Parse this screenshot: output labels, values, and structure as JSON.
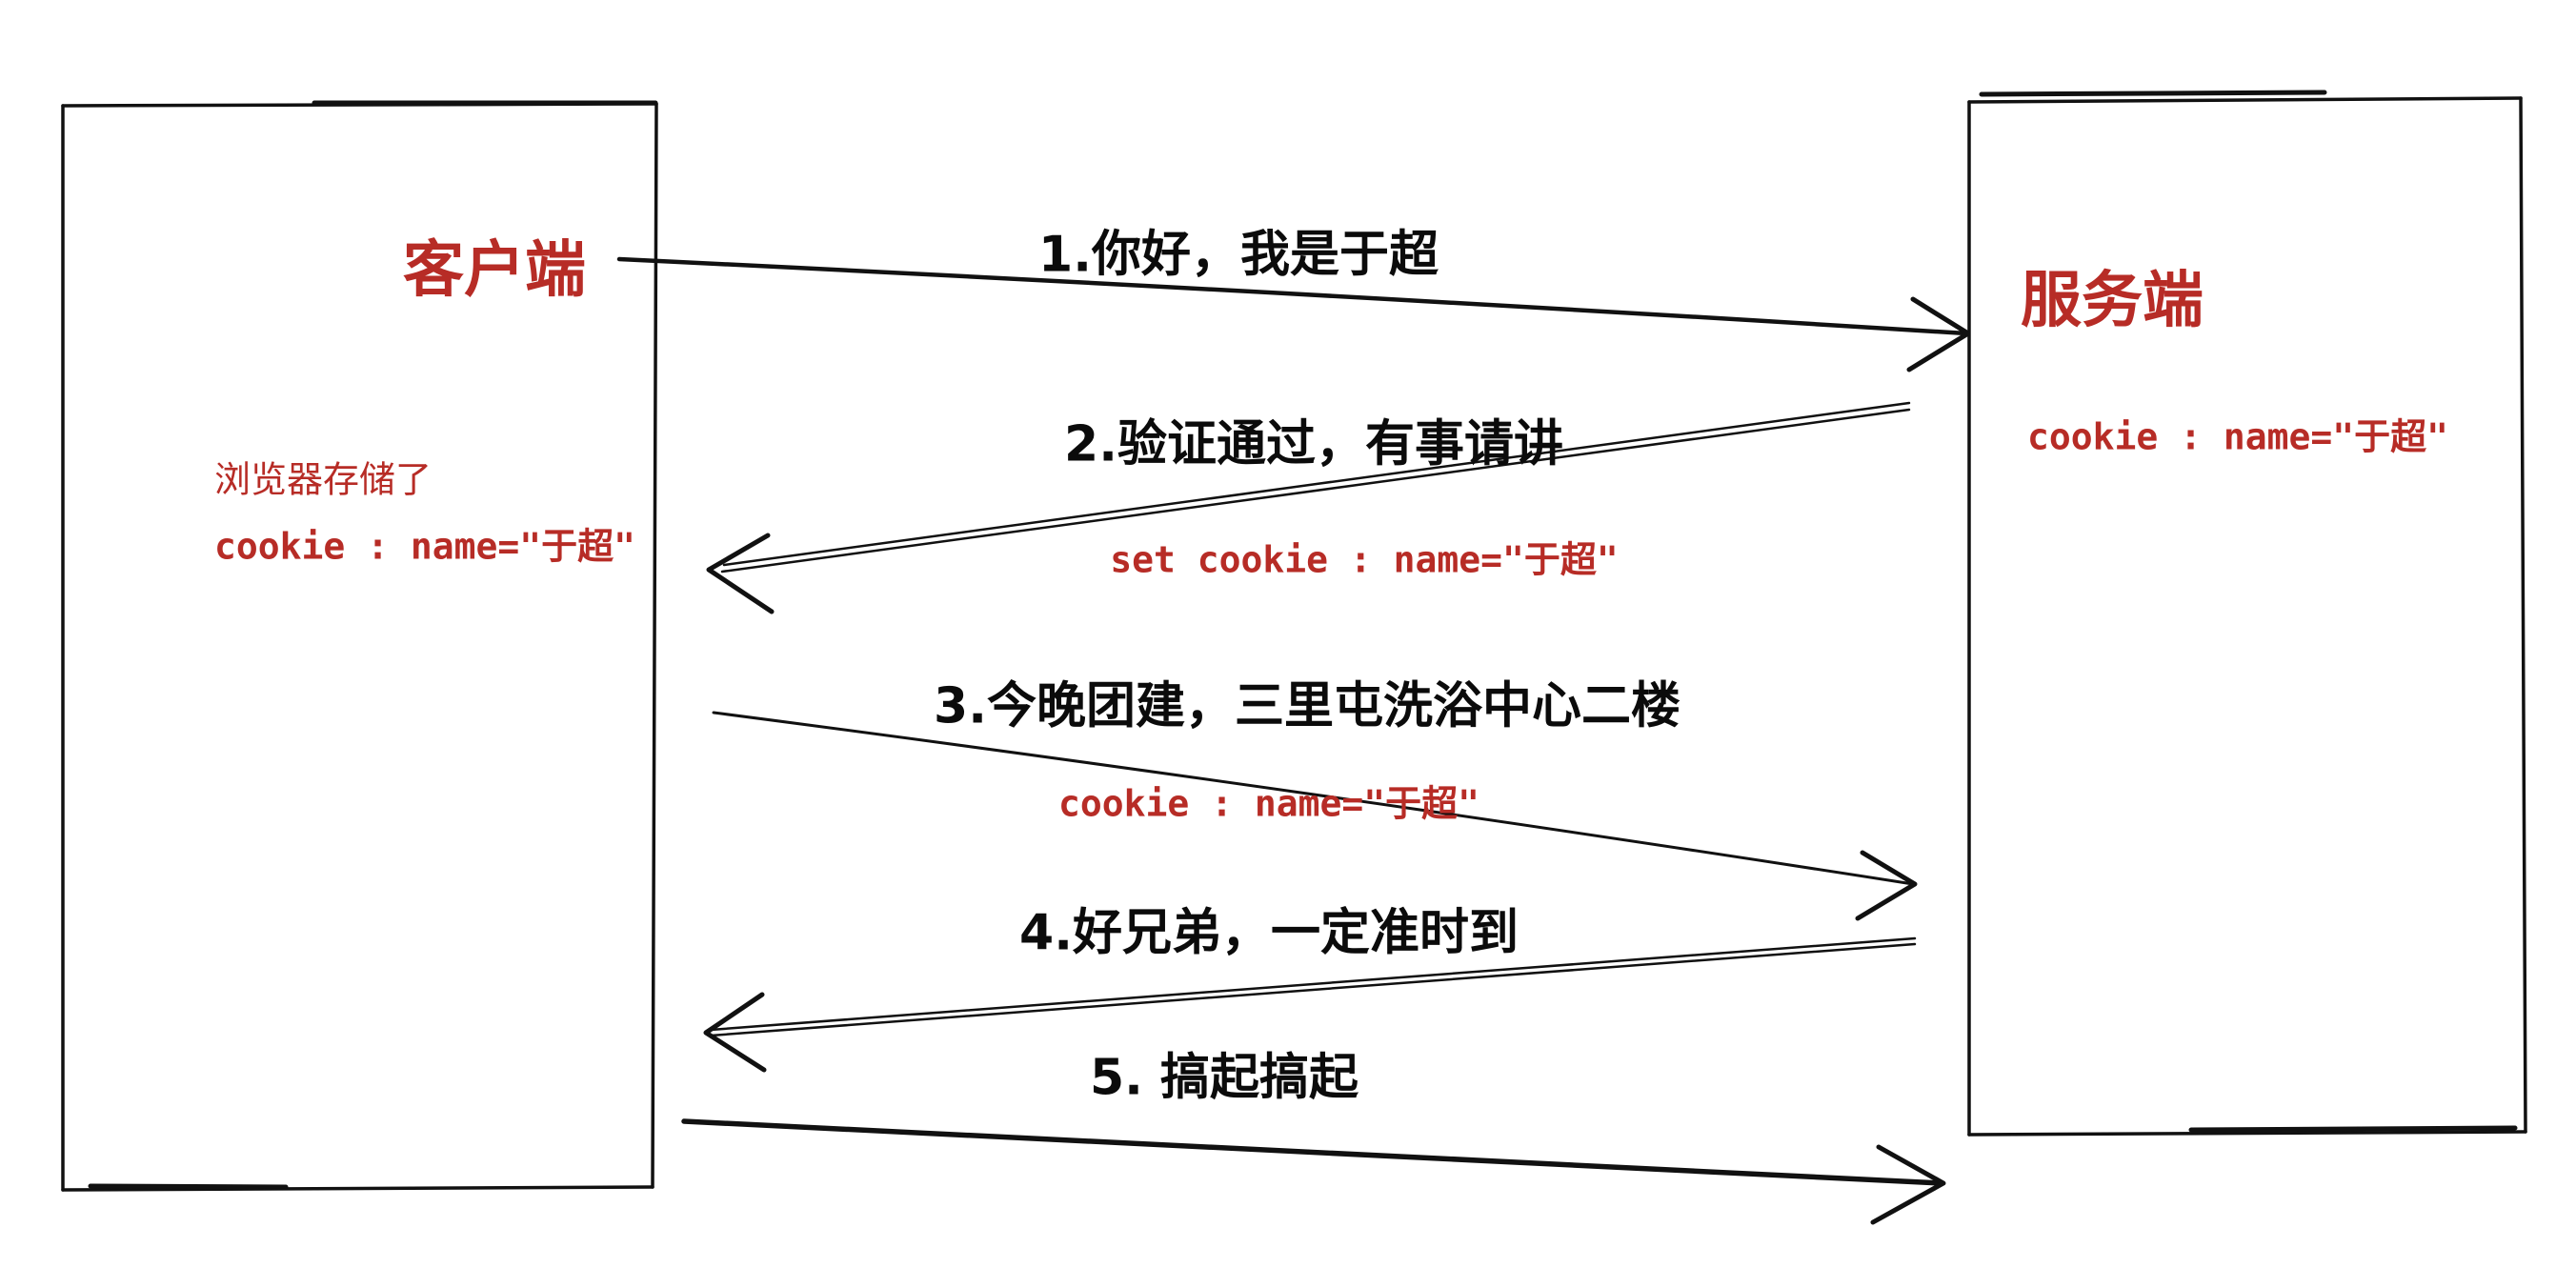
{
  "colors": {
    "red": "#b72c26",
    "ink": "#111111",
    "background": "#ffffff"
  },
  "client_box": {
    "title": "客户端",
    "stored_note_line1": "浏览器存储了",
    "stored_note_line2": "cookie : name=\"于超\""
  },
  "server_box": {
    "title": "服务端",
    "cookie_note": "cookie : name=\"于超\""
  },
  "messages": [
    {
      "label": "1.你好，我是于超",
      "direction": "client-to-server"
    },
    {
      "label": "2.验证通过，有事请讲",
      "annotation": "set cookie : name=\"于超\"",
      "direction": "server-to-client"
    },
    {
      "label": "3.今晚团建，三里屯洗浴中心二楼",
      "annotation": "cookie : name=\"于超\"",
      "direction": "client-to-server"
    },
    {
      "label": "4.好兄弟，一定准时到",
      "direction": "server-to-client"
    },
    {
      "label": "5. 搞起搞起",
      "direction": "client-to-server"
    }
  ]
}
